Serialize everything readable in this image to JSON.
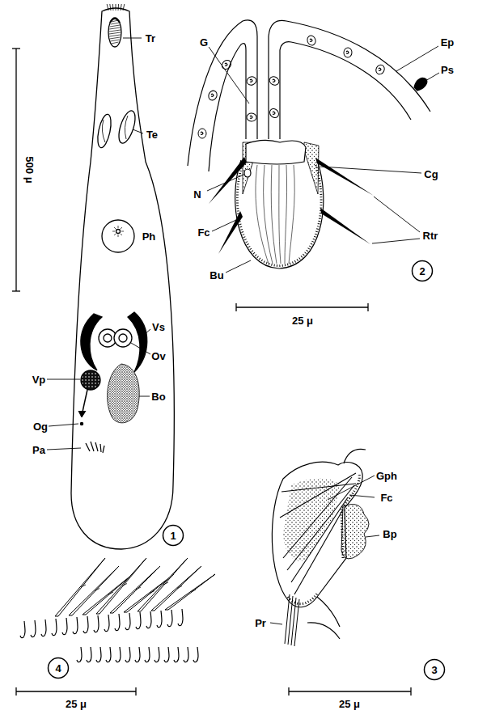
{
  "diagram": {
    "nodes": [
      {
        "text": [
          "1"
        ]
      },
      {
        "text": [
          "2"
        ]
      },
      {
        "text": [
          "3"
        ]
      },
      {
        "text": [
          "4"
        ]
      }
    ],
    "labels": [
      "Tr",
      "Te",
      "500 μ",
      "Ph",
      "Vs",
      "Ov",
      "Vp",
      "Og",
      "Bo",
      "Pa",
      "G",
      "Ep",
      "Ps",
      "N",
      "Cg",
      "Fc",
      "Bu",
      "Rtr",
      "25 μ",
      "Gph",
      "Fc",
      "Bp",
      "Pr",
      "25 μ",
      "25 μ"
    ]
  }
}
